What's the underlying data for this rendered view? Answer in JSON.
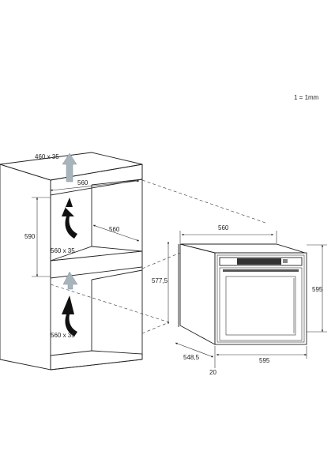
{
  "scale_note": "1 = 1mm",
  "cabinet": {
    "top_opening": "460 x 35",
    "inner_width": "560",
    "niche_depth": "560",
    "niche_height": "590",
    "vent_upper": "560 x 35",
    "vent_lower": "560 x 35"
  },
  "oven": {
    "width_top": "560",
    "depth_body": "577,5",
    "height": "595",
    "depth": "548,5",
    "width_front": "595",
    "front_offset": "20"
  },
  "colors": {
    "line": "#222222",
    "arrow_dark": "#111111",
    "arrow_light": "#a8b4bc"
  }
}
